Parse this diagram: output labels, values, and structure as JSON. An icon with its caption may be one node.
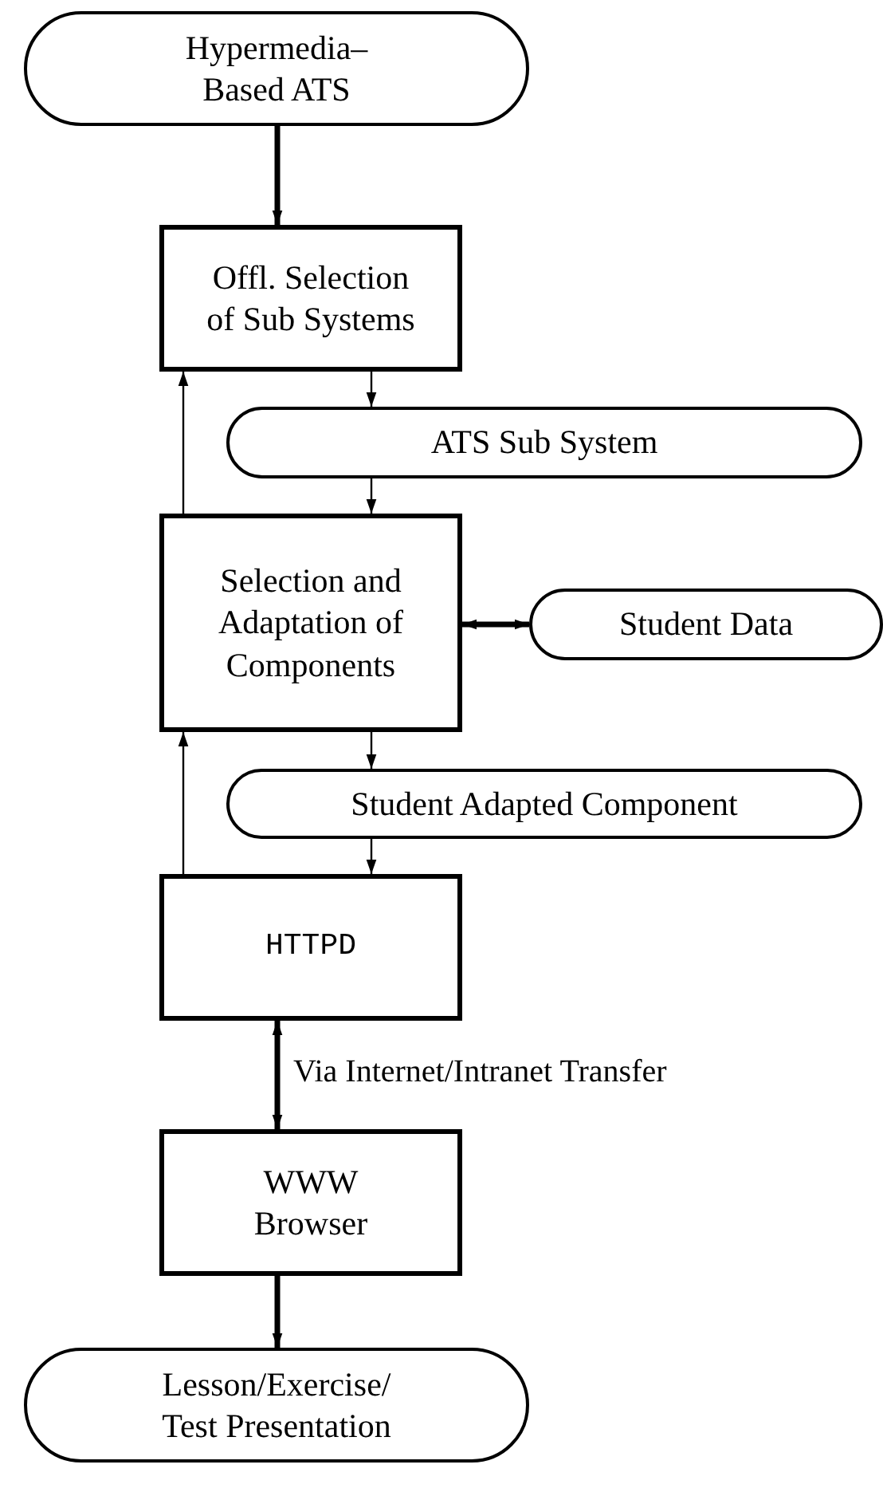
{
  "diagram": {
    "nodes": [
      {
        "text": [
          "Hypermedia– Based ATS"
        ]
      },
      {
        "text": [
          "Offl. Selection of Sub Systems"
        ]
      },
      {
        "text": [
          "ATS Sub System"
        ]
      },
      {
        "text": [
          "Selection and Adaptation of Components"
        ]
      },
      {
        "text": [
          "Student Data"
        ]
      },
      {
        "text": [
          "Student Adapted Component"
        ]
      },
      {
        "text": [
          "HTTPD"
        ]
      },
      {
        "text": [
          "WWW Browser"
        ]
      },
      {
        "text": [
          "Lesson/Exercise/ Test Presentation"
        ]
      }
    ],
    "edges": [
      {
        "from": 0,
        "to": 1,
        "arrow": "to",
        "style": "thick"
      },
      {
        "from": 1,
        "to": 2,
        "arrow": "to"
      },
      {
        "from": 2,
        "to": 3,
        "arrow": "to"
      },
      {
        "from": 3,
        "to": 1,
        "arrow": "to"
      },
      {
        "from": 3,
        "to": 4,
        "arrow": "both",
        "style": "thick"
      },
      {
        "from": 3,
        "to": 5,
        "arrow": "to"
      },
      {
        "from": 5,
        "to": 6,
        "arrow": "to"
      },
      {
        "from": 6,
        "to": 3,
        "arrow": "to"
      },
      {
        "from": 7,
        "to": 6,
        "arrow": "both",
        "label": "Via Internet/Intranet Transfer",
        "style": "thick"
      },
      {
        "from": 7,
        "to": 8,
        "arrow": "to",
        "style": "thick"
      }
    ]
  }
}
